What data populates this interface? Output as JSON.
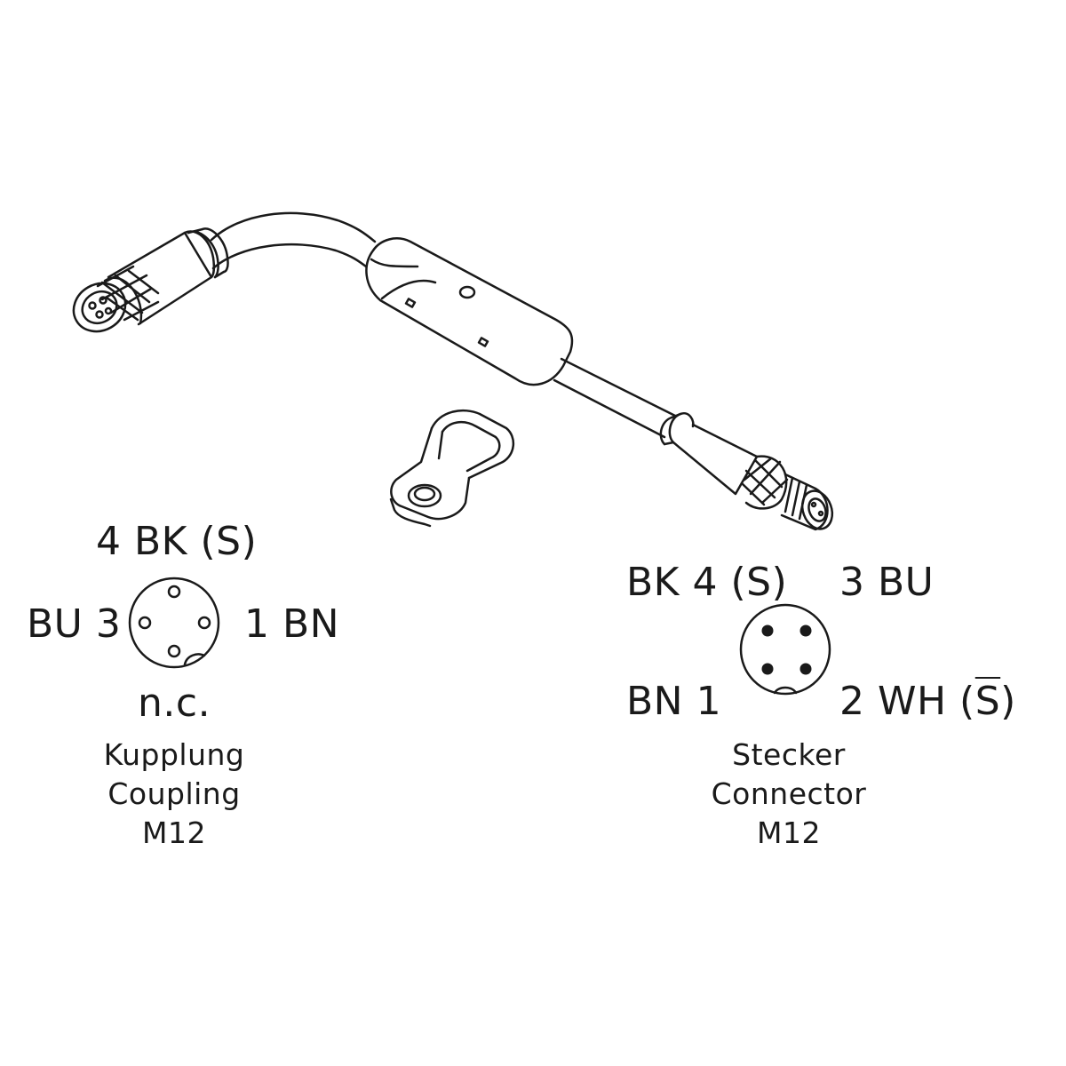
{
  "coupling": {
    "pins": {
      "top": "4 BK (S)",
      "left": "BU 3",
      "right": "1 BN",
      "bottom": "n.c."
    },
    "caption": [
      "Kupplung",
      "Coupling",
      "M12"
    ]
  },
  "connector": {
    "pins": {
      "top_left": "BK 4 (S)",
      "top_right": "3 BU",
      "bottom_left": "BN 1",
      "bottom_right_prefix": "2 WH (",
      "bottom_right_signal": "S",
      "bottom_right_suffix": ")"
    },
    "caption": [
      "Stecker",
      "Connector",
      "M12"
    ]
  },
  "colors": {
    "line": "#1a1a1a",
    "background": "#ffffff"
  }
}
